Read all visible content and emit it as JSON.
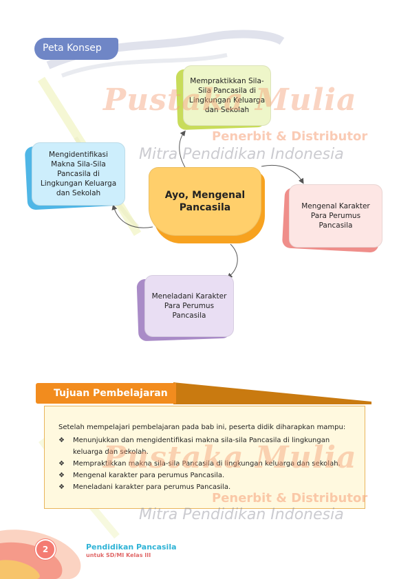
{
  "section_label": "Peta Konsep",
  "concept_map": {
    "center": "Ayo, Mengenal Pancasila",
    "top": "Mempraktikkan Sila-Sila Pancasila di Lingkungan Keluarga dan Sekolah",
    "left": "Mengidentifikasi Makna Sila-Sila Pancasila di Lingkungan Keluarga dan Sekolah",
    "right": "Mengenal Karakter Para Perumus Pancasila",
    "bottom": "Meneladani Karakter Para Perumus Pancasila"
  },
  "watermark": {
    "brand": "Pustaka Mulia",
    "subtitle": "Penerbit & Distributor",
    "tagline": "Mitra Pendidikan Indonesia"
  },
  "objectives": {
    "title": "Tujuan Pembelajaran",
    "intro": "Setelah mempelajari pembelajaran pada bab ini, peserta didik diharapkan mampu:",
    "bullet_glyph": "❖",
    "items": [
      "Menunjukkan dan mengidentifikasi makna sila-sila Pancasila di lingkungan keluarga dan sekolah.",
      "Mempraktikkan makna sila-sila Pancasila di lingkungan keluarga dan sekolah.",
      "Mengenal karakter para perumus Pancasila.",
      "Meneladani karakter para perumus Pancasila."
    ]
  },
  "footer": {
    "page_number": "2",
    "book_title": "Pendidikan Pancasila",
    "book_subtitle": "untuk SD/MI Kelas III"
  },
  "colors": {
    "pill": "#6f86c6",
    "center_box": "#ffcf6b",
    "top_box": "#eef6c9",
    "left_box": "#cdeefc",
    "right_box": "#fde6e4",
    "bottom_box": "#e9def3",
    "objective_header": "#f28c1e"
  }
}
